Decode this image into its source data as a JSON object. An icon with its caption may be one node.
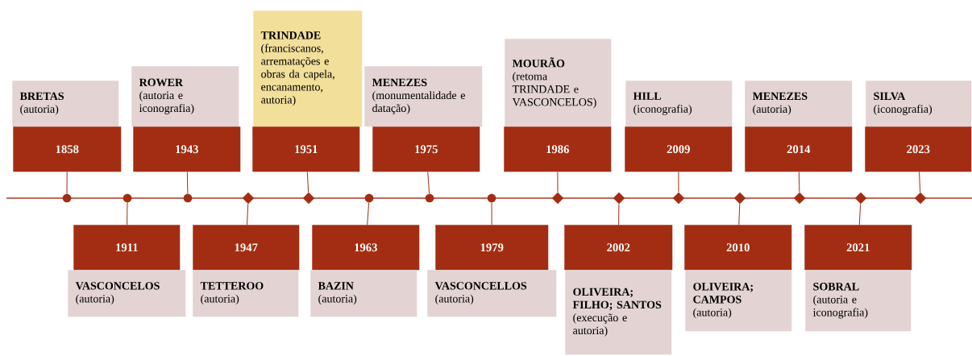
{
  "diagram": {
    "nodes": [
      {
        "text": [
          "BRETAS",
          "(autoria)"
        ]
      },
      {
        "text": [
          "1858"
        ]
      },
      {
        "text": [],
        "shape": "circle"
      },
      {
        "text": [],
        "shape": "circle"
      },
      {
        "text": [
          "1911"
        ]
      },
      {
        "text": [
          "VASCONCELOS",
          "(autoria)"
        ]
      },
      {
        "text": [
          "ROWER",
          "(autoria e iconografia)"
        ]
      },
      {
        "text": [
          "1943"
        ]
      },
      {
        "text": [],
        "shape": "circle"
      },
      {
        "text": [],
        "shape": "diamond"
      },
      {
        "text": [
          "1947"
        ]
      },
      {
        "text": [
          "TETTEROO",
          "(autoria)"
        ]
      },
      {
        "text": [
          "TRINDADE",
          "(franciscanos, arrematações e obras da capela, encanamento, autoria)"
        ]
      },
      {
        "text": [
          "1951"
        ]
      },
      {
        "text": [],
        "shape": "diamond"
      },
      {
        "text": [],
        "shape": "circle"
      },
      {
        "text": [
          "1963"
        ]
      },
      {
        "text": [
          "BAZIN",
          "(autoria)"
        ]
      },
      {
        "text": [
          "MENEZES",
          "(monumentalidade e datação)"
        ]
      },
      {
        "text": [
          "1975"
        ]
      },
      {
        "text": [],
        "shape": "circle"
      },
      {
        "text": [],
        "shape": "circle"
      },
      {
        "text": [
          "1979"
        ]
      },
      {
        "text": [
          "VASCONCELLOS",
          "(autoria)"
        ]
      },
      {
        "text": [
          "MOURÃO",
          "(retoma TRINDADE e VASCONCELOS)"
        ]
      },
      {
        "text": [
          "1986"
        ]
      },
      {
        "text": [],
        "shape": "diamond"
      },
      {
        "text": [],
        "shape": "diamond"
      },
      {
        "text": [
          "2002"
        ]
      },
      {
        "text": [
          "OLIVEIRA; FILHO; SANTOS",
          "(execução e autoria)"
        ]
      },
      {
        "text": [
          "HILL",
          "(iconografia)"
        ]
      },
      {
        "text": [
          "2009"
        ]
      },
      {
        "text": [],
        "shape": "diamond"
      },
      {
        "text": [],
        "shape": "diamond"
      },
      {
        "text": [
          "2010"
        ]
      },
      {
        "text": [
          "OLIVEIRA; CAMPOS",
          "(autoria)"
        ]
      },
      {
        "text": [
          "MENEZES",
          "(autoria)"
        ]
      },
      {
        "text": [
          "2014"
        ]
      },
      {
        "text": [],
        "shape": "diamond"
      },
      {
        "text": [],
        "shape": "diamond"
      },
      {
        "text": [
          "2021"
        ]
      },
      {
        "text": [
          "SOBRAL",
          "(autoria e iconografia)"
        ]
      },
      {
        "text": [
          "SILVA",
          "(iconografia)"
        ]
      },
      {
        "text": [
          "2023"
        ]
      },
      {
        "text": [],
        "shape": "diamond"
      }
    ],
    "edges": [
      {
        "from": 1,
        "to": 2,
        "arrow": "none"
      },
      {
        "from": 4,
        "to": 3,
        "arrow": "none"
      },
      {
        "from": 7,
        "to": 8,
        "arrow": "none"
      },
      {
        "from": 10,
        "to": 9,
        "arrow": "none"
      },
      {
        "from": 13,
        "to": 14,
        "arrow": "none"
      },
      {
        "from": 16,
        "to": 15,
        "arrow": "none"
      },
      {
        "from": 19,
        "to": 20,
        "arrow": "none"
      },
      {
        "from": 22,
        "to": 21,
        "arrow": "none"
      },
      {
        "from": 25,
        "to": 26,
        "arrow": "none"
      },
      {
        "from": 28,
        "to": 27,
        "arrow": "none"
      },
      {
        "from": 31,
        "to": 32,
        "arrow": "none"
      },
      {
        "from": 34,
        "to": 33,
        "arrow": "none"
      },
      {
        "from": 37,
        "to": 38,
        "arrow": "none"
      },
      {
        "from": 40,
        "to": 39,
        "arrow": "none"
      },
      {
        "from": 43,
        "to": 44,
        "arrow": "none"
      }
    ]
  }
}
